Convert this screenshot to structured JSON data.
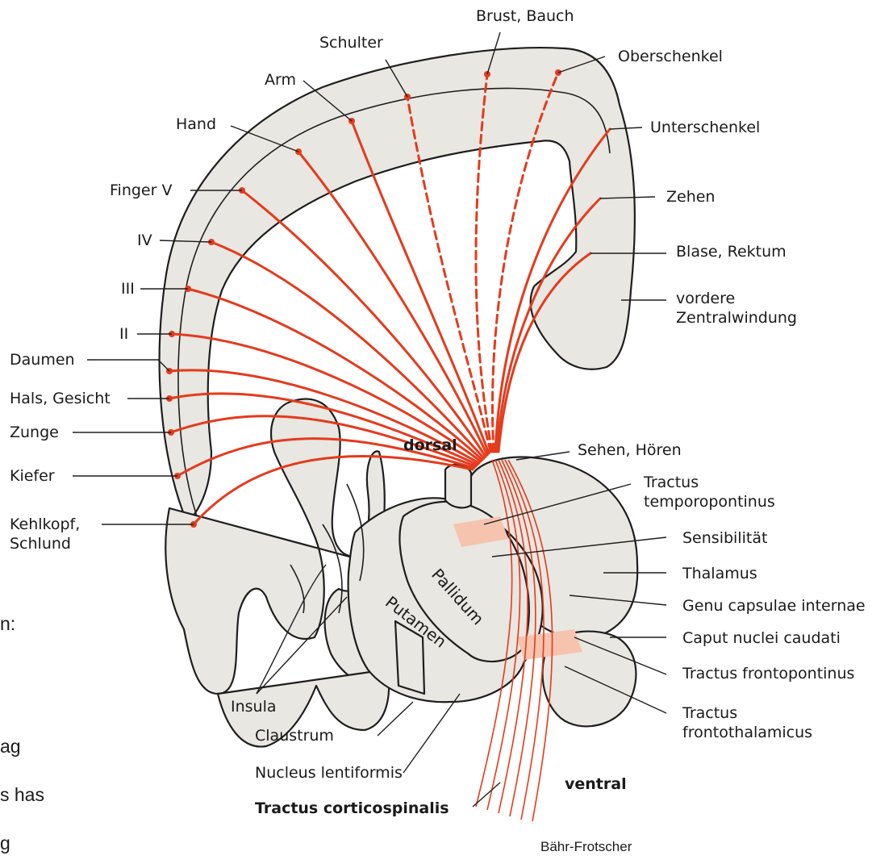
{
  "diagram": {
    "labels_left": [
      "Brust, Bauch",
      "Schulter",
      "Arm",
      "Hand",
      "Finger V",
      "IV",
      "III",
      "II",
      "Daumen",
      "Hals, Gesicht",
      "Zunge",
      "Kiefer",
      "Kehlkopf,\nSchlund"
    ],
    "labels_right": [
      "Oberschenkel",
      "Unterschenkel",
      "Zehen",
      "Blase, Rektum",
      "vordere\nZentralwindung",
      "Sehen, Hören",
      "Tractus\ntemporopontinus",
      "Sensibilität",
      "Thalamus",
      "Genu capsulae internae",
      "Caput nuclei caudati",
      "Tractus frontopontinus",
      "Tractus\nfrontothalamicus"
    ],
    "labels_bottom": [
      "Insula",
      "Claustrum",
      "Nucleus lentiformis",
      "Tractus corticospinalis"
    ],
    "orientation": {
      "dorsal": "dorsal",
      "ventral": "ventral"
    },
    "structures": {
      "pallidum": "Pallidum",
      "putamen": "Putamen"
    },
    "credit": "Bähr-Frotscher",
    "colors": {
      "tract": "#e53a1c",
      "tissue": "#e9e7e1",
      "outline": "#1e1e1e",
      "capsule_pink": "#f6c3ae"
    }
  },
  "side_text": [
    "n:",
    "ag",
    "s has",
    "g"
  ]
}
